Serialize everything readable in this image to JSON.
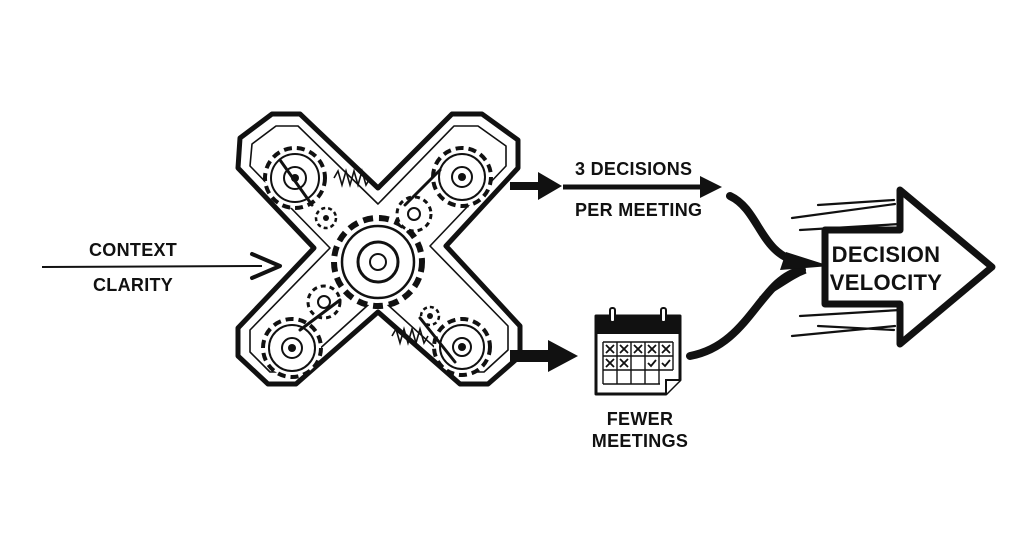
{
  "input": {
    "line1": "CONTEXT",
    "line2": "CLARITY"
  },
  "engine": {
    "icon": "gear-cross-icon"
  },
  "top_output": {
    "line1": "3 DECISIONS",
    "line2": "PER MEETING"
  },
  "bottom_output": {
    "icon": "calendar-icon",
    "line1": "FEWER",
    "line2": "MEETINGS"
  },
  "result": {
    "icon": "big-arrow-icon",
    "line1": "DECISION",
    "line2": "VELOCITY"
  },
  "colors": {
    "ink": "#111111",
    "background": "#ffffff"
  }
}
